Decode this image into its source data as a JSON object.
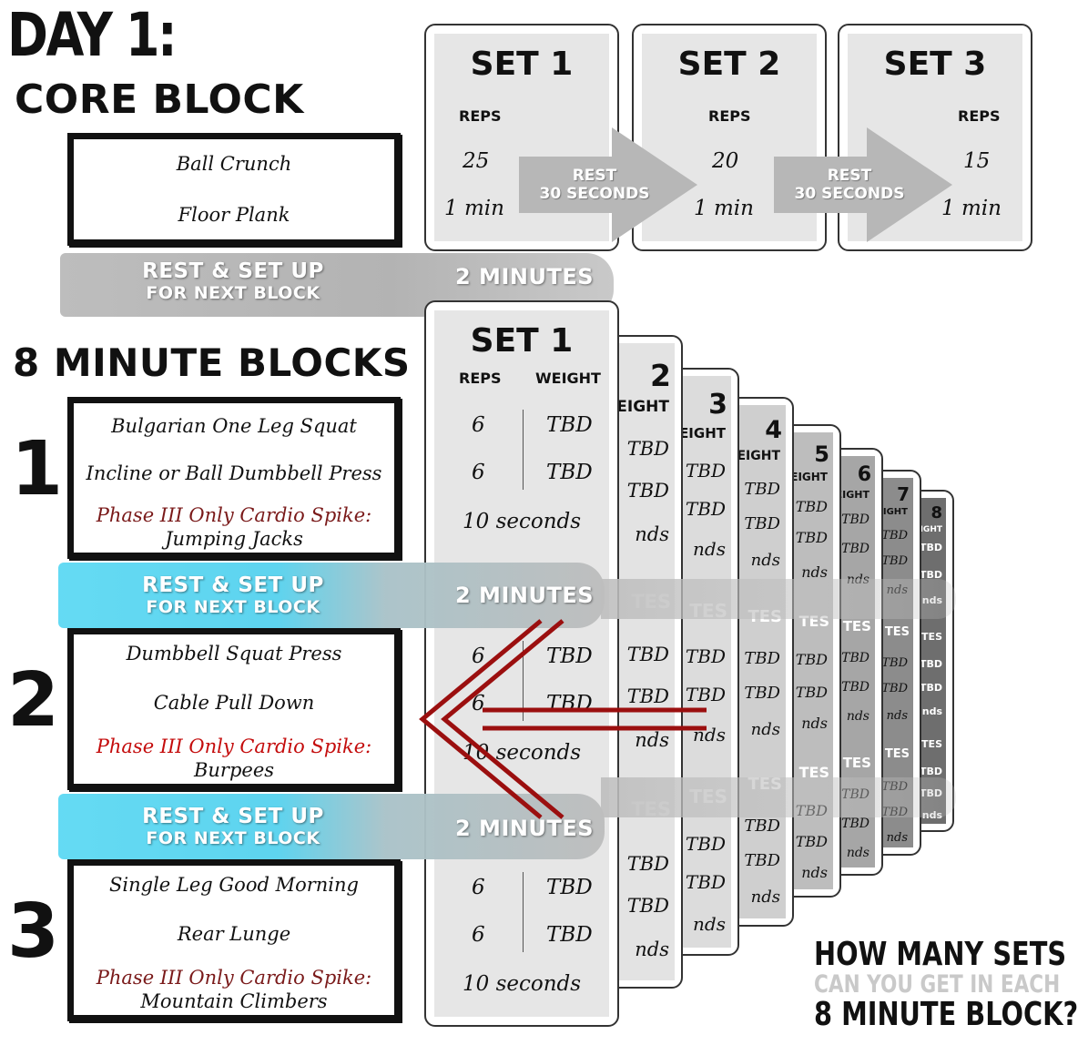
{
  "page": {
    "day_title": "DAY 1:",
    "core_title": "CORE BLOCK",
    "blocks_title": "8 MINUTE BLOCKS"
  },
  "core_block": {
    "exercises": [
      "Ball Crunch",
      "Floor Plank"
    ],
    "rest_line1": "REST & SET UP",
    "rest_line2": "FOR NEXT BLOCK",
    "rest_duration": "2 MINUTES",
    "sets": [
      {
        "title": "SET 1",
        "reps_label": "REPS",
        "reps": "25",
        "duration": "1 min"
      },
      {
        "title": "SET 2",
        "reps_label": "REPS",
        "reps": "20",
        "duration": "1 min"
      },
      {
        "title": "SET 3",
        "reps_label": "REPS",
        "reps": "15",
        "duration": "1 min"
      }
    ],
    "rest_arrows": [
      {
        "line1": "REST",
        "line2": "30 SECONDS"
      },
      {
        "line1": "REST",
        "line2": "30 SECONDS"
      }
    ]
  },
  "blocks": [
    {
      "number": "1",
      "exercises": [
        "Bulgarian One Leg Squat",
        "Incline or Ball Dumbbell Press"
      ],
      "spike_label": "Phase III Only Cardio Spike:",
      "spike_exercise": "Jumping Jacks",
      "reps": [
        "6",
        "6"
      ],
      "weights": [
        "TBD",
        "TBD"
      ],
      "spike_duration": "10 seconds"
    },
    {
      "number": "2",
      "exercises": [
        "Dumbbell Squat Press",
        "Cable Pull Down"
      ],
      "spike_label": "Phase III Only Cardio Spike:",
      "spike_exercise": "Burpees",
      "reps": [
        "6",
        "6"
      ],
      "weights": [
        "TBD",
        "TBD"
      ],
      "spike_duration": "10 seconds"
    },
    {
      "number": "3",
      "exercises": [
        "Single Leg Good Morning",
        "Rear Lunge"
      ],
      "spike_label": "Phase III Only Cardio Spike:",
      "spike_exercise": "Mountain Climbers",
      "reps": [
        "6",
        "6"
      ],
      "weights": [
        "TBD",
        "TBD"
      ],
      "spike_duration": "10 seconds"
    }
  ],
  "block_rests": [
    {
      "line1": "REST & SET UP",
      "line2": "FOR NEXT BLOCK",
      "duration": "2 MINUTES"
    },
    {
      "line1": "REST & SET UP",
      "line2": "FOR NEXT BLOCK",
      "duration": "2 MINUTES"
    }
  ],
  "block_set_card": {
    "title": "SET 1",
    "reps_label": "REPS",
    "weight_label": "WEIGHT"
  },
  "stacked_sets": [
    "2",
    "3",
    "4",
    "5",
    "6",
    "7",
    "8"
  ],
  "stack_fragments": {
    "weight": "EIGHT",
    "tbd": "TBD",
    "seconds": "nds",
    "minutes": "TES"
  },
  "question": {
    "line1": "HOW MANY SETS",
    "line2": "CAN YOU GET IN EACH",
    "line3": "8 MINUTE BLOCK?"
  },
  "colors": {
    "accent_blue": "#57d2ee",
    "brush_grey": "#b7b7b7",
    "spike_red": "#c40c0c",
    "spike_dark_red": "#7a1a1a",
    "arrow_red": "#9b0f0f"
  }
}
